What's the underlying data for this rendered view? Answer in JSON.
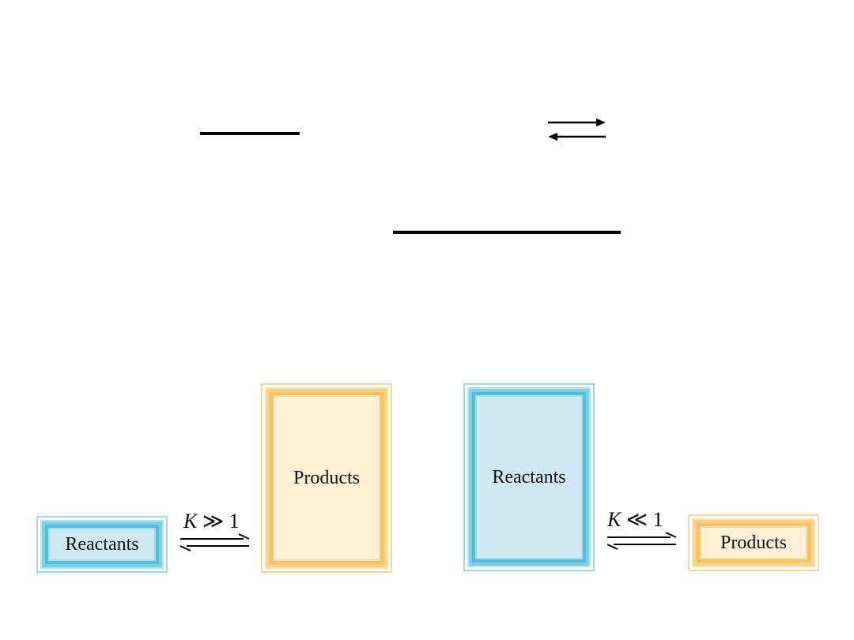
{
  "left_panel": {
    "reactants_label": "Reactants",
    "products_label": "Products",
    "k_variable": "K",
    "k_relation": " ≫ 1"
  },
  "right_panel": {
    "reactants_label": "Reactants",
    "products_label": "Products",
    "k_variable": "K",
    "k_relation": " ≪ 1"
  },
  "colors": {
    "reactants_fill": "#cfe9f4",
    "reactants_border": "#56bdd6",
    "products_fill": "#fdf0d6",
    "products_border": "#f3c265"
  }
}
